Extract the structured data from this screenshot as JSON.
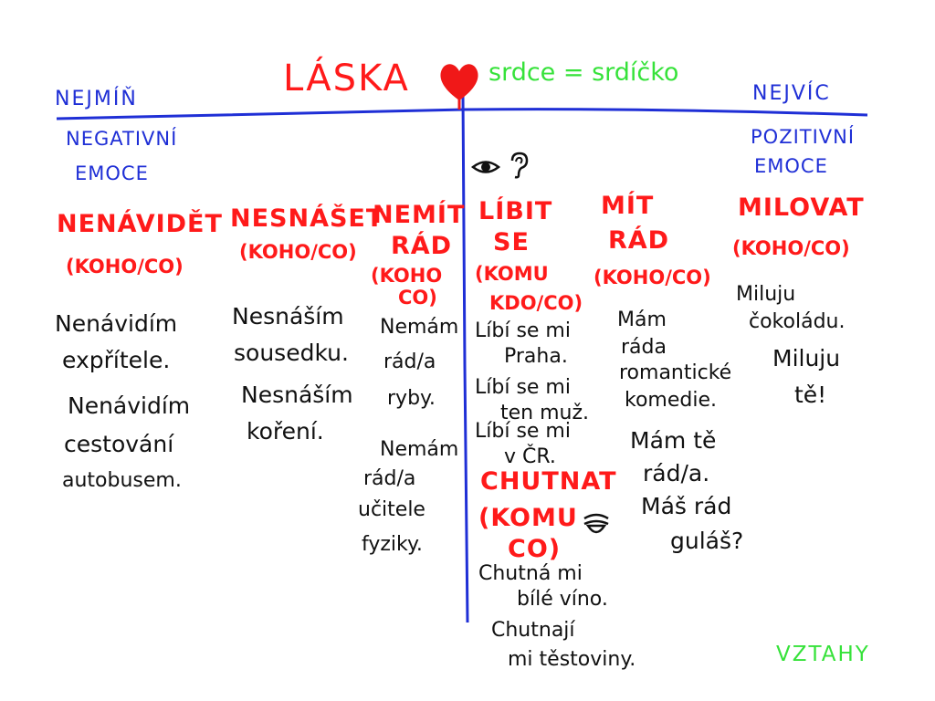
{
  "title": "LÁSKA",
  "heart_subtitle": "srdce = srdíčko",
  "corner_label": "VZTAHY",
  "left_end": {
    "label": "NEJMÍŇ",
    "desc_1": "NEGATIVNÍ",
    "desc_2": "EMOCE"
  },
  "right_end": {
    "label": "NEJVÍC",
    "desc_1": "POZITIVNÍ",
    "desc_2": "EMOCE"
  },
  "verbs": [
    {
      "verb": "NENÁVIDĚT",
      "case": "(KOHO/CO)",
      "examples": [
        "Nenávidím",
        "expřítele.",
        "Nenávidím",
        "cestování",
        "autobusem."
      ]
    },
    {
      "verb": "NESNÁŠET",
      "case": "(KOHO/CO)",
      "examples": [
        "Nesnáším",
        "sousedku.",
        "Nesnáším",
        "koření."
      ]
    },
    {
      "verb_1": "NEMÍT",
      "verb_2": "RÁD",
      "case_1": "(KOHO",
      "case_2": "CO)",
      "examples": [
        "Nemám",
        "rád/a",
        "ryby.",
        "Nemám",
        "rád/a",
        "učitele",
        "fyziky."
      ]
    },
    {
      "verb_1": "LÍBIT",
      "verb_2": "SE",
      "case_1": "(KOMU",
      "case_2": "KDO/CO)",
      "examples": [
        "Líbí se mi",
        "Praha.",
        "Líbí se mi",
        "ten muž.",
        "Líbí se mi",
        "v ČR."
      ]
    },
    {
      "verb_1": "MÍT",
      "verb_2": "RÁD",
      "case": "(KOHO/CO)",
      "examples": [
        "Mám",
        "ráda",
        "romantické",
        "komedie.",
        "Mám tě",
        "rád/a.",
        "Máš rád",
        "guláš?"
      ]
    },
    {
      "verb": "MILOVAT",
      "case": "(KOHO/CO)",
      "examples": [
        "Miluju",
        "čokoládu.",
        "Miluju",
        "tě!"
      ]
    }
  ],
  "chutnat": {
    "verb": "CHUTNAT",
    "case_1": "(KOMU",
    "case_2": "CO)",
    "examples": [
      "Chutná mi",
      "bílé víno.",
      "Chutnají",
      "mi těstoviny."
    ]
  },
  "colors": {
    "red": "#ff1a1a",
    "blue": "#1f2fd6",
    "green": "#36e23a",
    "black": "#111111"
  },
  "icons": [
    "heart-icon",
    "eye-icon",
    "ear-icon",
    "tongue-icon"
  ]
}
